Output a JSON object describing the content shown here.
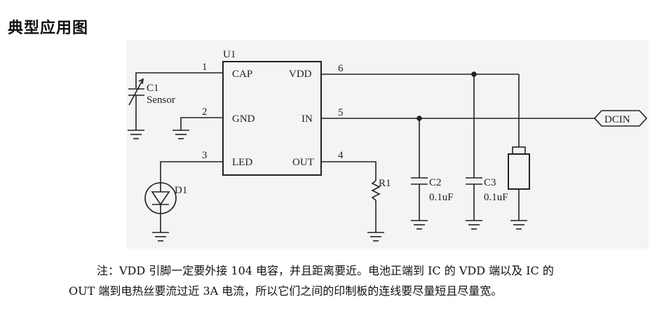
{
  "heading": "典型应用图",
  "ic": {
    "ref": "U1",
    "pins": [
      {
        "num": "1",
        "name": "CAP"
      },
      {
        "num": "2",
        "name": "GND"
      },
      {
        "num": "3",
        "name": "LED"
      },
      {
        "num": "6",
        "name": "VDD"
      },
      {
        "num": "5",
        "name": "IN"
      },
      {
        "num": "4",
        "name": "OUT"
      }
    ]
  },
  "components": {
    "c1": {
      "ref": "C1",
      "value": "Sensor"
    },
    "d1": {
      "ref": "D1"
    },
    "r1": {
      "ref": "R1"
    },
    "c2": {
      "ref": "C2",
      "value": "0.1uF"
    },
    "c3": {
      "ref": "C3",
      "value": "0.1uF"
    }
  },
  "dcin_label": "DCIN",
  "notes": {
    "line1": "注：VDD 引脚一定要外接 104 电容，并且距离要近。电池正端到 IC 的 VDD 端以及 IC 的",
    "line2": "OUT 端到电热丝要流过近 3A 电流，所以它们之间的印制板的连线要尽量短且尽量宽。"
  }
}
